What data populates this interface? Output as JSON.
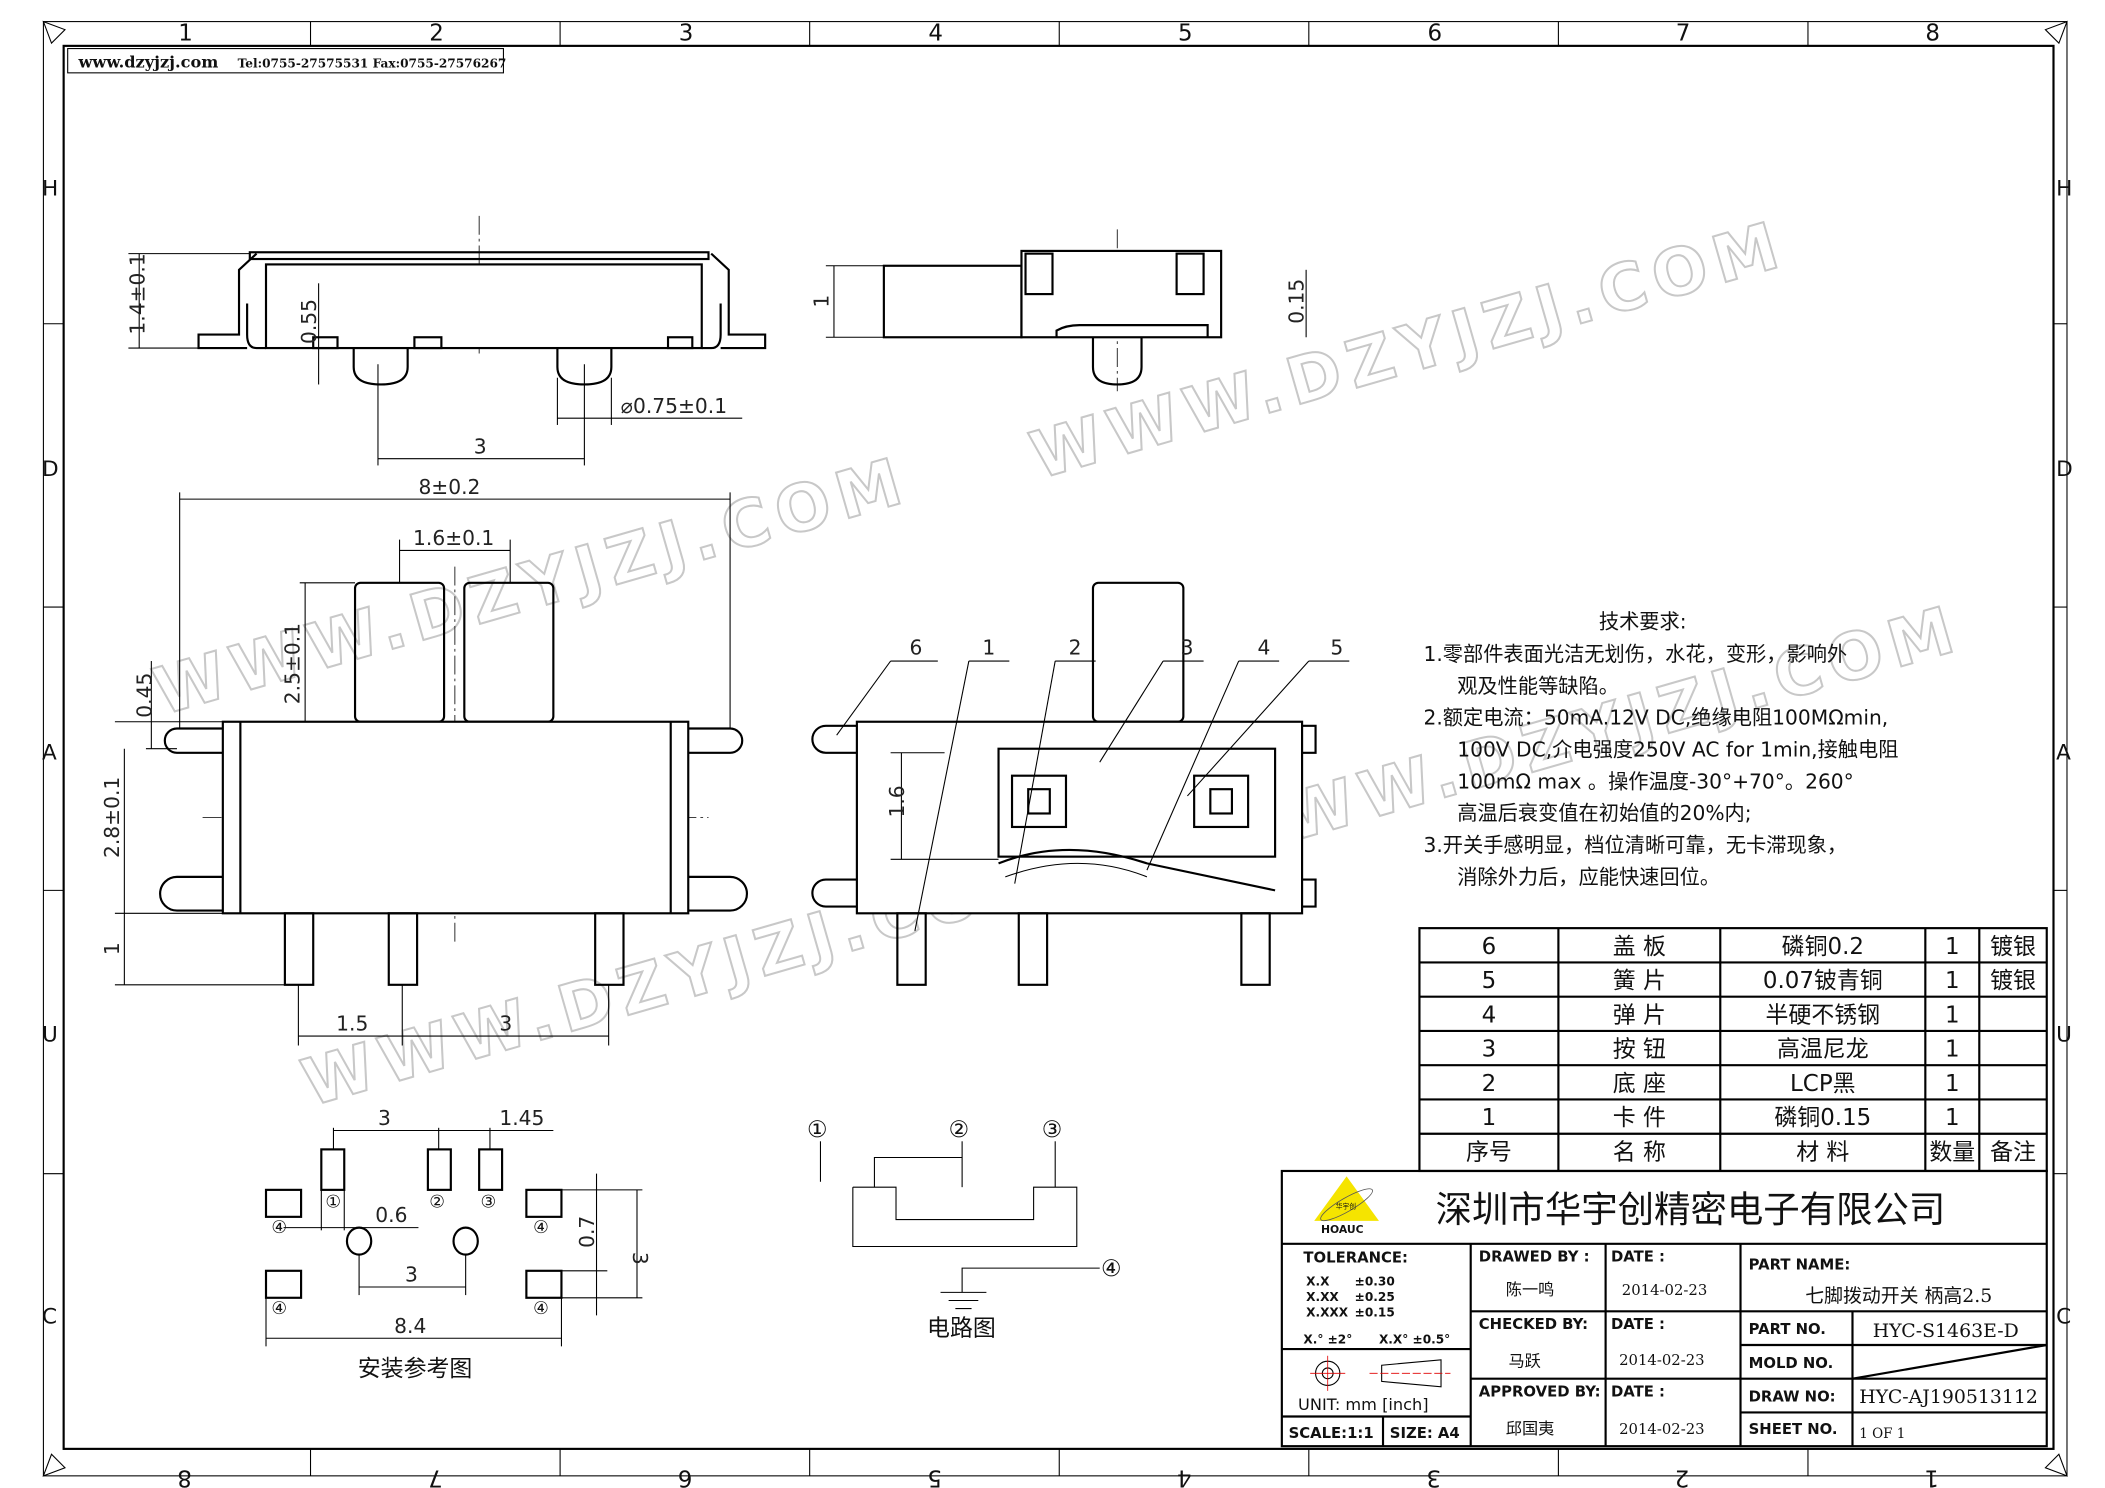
{
  "frame": {
    "top_columns": [
      "1",
      "2",
      "3",
      "4",
      "5",
      "6",
      "7",
      "8"
    ],
    "bottom_columns": [
      "8",
      "7",
      "6",
      "5",
      "4",
      "3",
      "2",
      "1"
    ],
    "rows_left": [
      "H",
      "D",
      "A",
      "U",
      "C"
    ],
    "rows_right": [
      "H",
      "D",
      "A",
      "U",
      "C"
    ]
  },
  "header": {
    "website": "www.dzyjzj.com",
    "contact": "Tel:0755-27575531  Fax:0755-27576267"
  },
  "watermark": "WWW.DZYJZJ.COM",
  "top_view": {
    "height_dim": "1.4±0.1",
    "bump_dim": "0.55",
    "pin_diameter": "⌀0.75±0.1",
    "pin_pitch": "3"
  },
  "side_view": {
    "dim_a": "1",
    "dim_b": "0.15"
  },
  "front_view": {
    "width": "8±0.2",
    "button_width": "1.6±0.1",
    "button_height": "2.5±0.1",
    "dim_045": "0.45",
    "body_height": "2.8±0.1",
    "pin_len": "1",
    "pitch_a": "1.5",
    "pitch_b": "3"
  },
  "section_view": {
    "callouts": [
      "6",
      "1",
      "2",
      "3",
      "4",
      "5"
    ],
    "dim": "1.6"
  },
  "tech_requirements": {
    "title": "技术要求:",
    "lines": [
      "1.零部件表面光洁无划伤，水花，变形，影响外",
      "观及性能等缺陷。",
      "2.额定电流：50mA.12V DC,绝缘电阻100MΩmin,",
      "100V DC,介电强度250V AC for 1min,接触电阻",
      "100mΩ max 。操作温度-30°+70°。260°",
      "高温后衰变值在初始值的20%内;",
      "3.开关手感明显，档位清晰可靠，无卡滞现象，",
      "消除外力后，应能快速回位。"
    ]
  },
  "bom": {
    "rows": [
      {
        "no": "6",
        "name": "盖  板",
        "material": "磷铜0.2",
        "qty": "1",
        "note": "镀银"
      },
      {
        "no": "5",
        "name": "簧  片",
        "material": "0.07铍青铜",
        "qty": "1",
        "note": "镀银"
      },
      {
        "no": "4",
        "name": "弹  片",
        "material": "半硬不锈钢",
        "qty": "1",
        "note": ""
      },
      {
        "no": "3",
        "name": "按  钮",
        "material": "高温尼龙",
        "qty": "1",
        "note": ""
      },
      {
        "no": "2",
        "name": "底  座",
        "material": "LCP黑",
        "qty": "1",
        "note": ""
      },
      {
        "no": "1",
        "name": "卡  件",
        "material": "磷铜0.15",
        "qty": "1",
        "note": ""
      }
    ],
    "header": {
      "no": "序号",
      "name": "名  称",
      "material": "材  料",
      "qty": "数量",
      "note": "备注"
    }
  },
  "footprint": {
    "title": "安装参考图",
    "dims": {
      "a": "3",
      "b": "1.45",
      "c": "0.6",
      "d": "3",
      "e": "0.7",
      "f": "3",
      "g": "8.4"
    },
    "pads": [
      "①",
      "②",
      "③",
      "④"
    ]
  },
  "circuit": {
    "title": "电路图",
    "nodes": [
      "①",
      "②",
      "③",
      "④"
    ]
  },
  "title_block": {
    "logo_text": "HOAUC",
    "logo_cn": "华宇创",
    "company": "深圳市华宇创精密电子有限公司",
    "tolerance_label": "TOLERANCE:",
    "tolerances": [
      [
        "X.X",
        "±0.30"
      ],
      [
        "X.XX",
        "±0.25"
      ],
      [
        "X.XXX",
        "±0.15"
      ]
    ],
    "angle_tol": [
      "X.° ±2°",
      "X.X° ±0.5°"
    ],
    "unit": "UNIT:  mm  [inch]",
    "scale": "SCALE:1:1",
    "size": "SIZE:  A4",
    "drawed_by_label": "DRAWED BY :",
    "drawed_by": "陈一鸣",
    "checked_by_label": "CHECKED BY:",
    "checked_by": "马跃",
    "approved_by_label": "APPROVED BY:",
    "approved_by": "邱国夷",
    "date_label": "DATE :",
    "date1": "2014-02-23",
    "date2": "2014-02-23",
    "date3": "2014-02-23",
    "part_name_label": "PART NAME:",
    "part_name": "七脚拨动开关 柄高2.5",
    "part_no_label": "PART NO.",
    "part_no": "HYC-S1463E-D",
    "mold_no_label": "MOLD NO.",
    "draw_no_label": "DRAW NO:",
    "draw_no": "HYC-AJ190513112",
    "sheet_no_label": "SHEET NO.",
    "sheet_no": "1 OF 1"
  },
  "colors": {
    "logo_yellow": "#f5e400",
    "center_red": "#e00000"
  }
}
